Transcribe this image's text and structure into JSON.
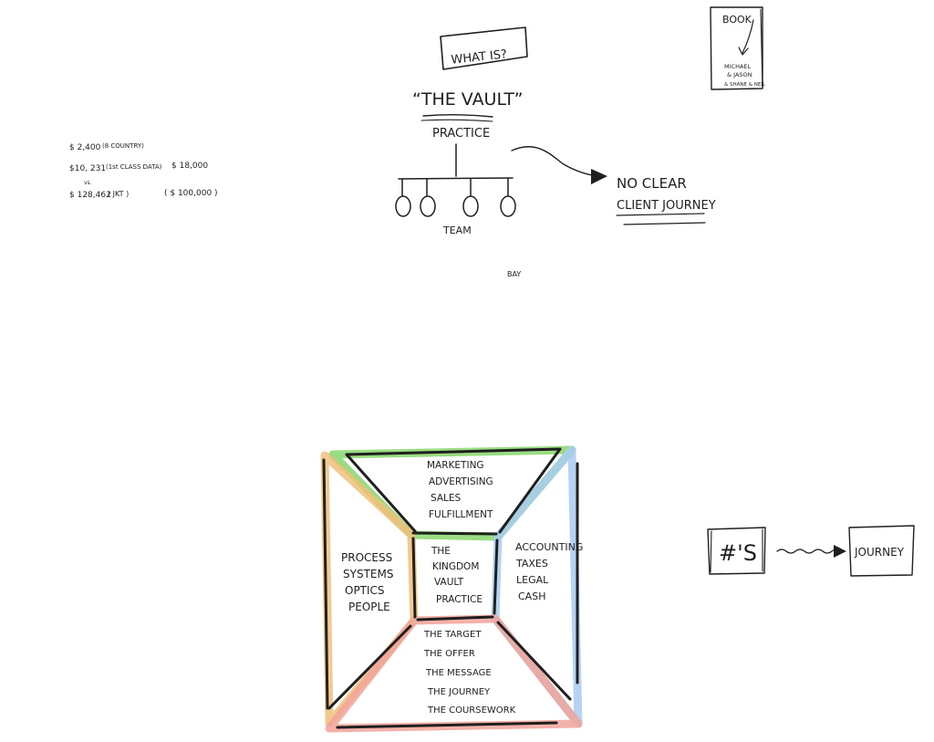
{
  "whiteboard": {
    "what_is_label": "WHAT IS?",
    "vault_title": "“THE VAULT”",
    "practice_label": "PRACTICE",
    "team_label": "TEAM",
    "no_clear_line1": "NO CLEAR",
    "no_clear_line2": "CLIENT JOURNEY",
    "stray_label": "BAY",
    "book": {
      "label": "BOOK",
      "line1": "MICHAEL",
      "line2": "& JASON",
      "line3": "& SHANE & NEIL"
    },
    "numbers": {
      "row1_amount": "$ 2,400",
      "row1_note": "(8 COUNTRY)",
      "row2_amount": "$10, 231",
      "row2_note": "(1st CLASS DATA)",
      "row2_right": "$ 18,000",
      "vs_label": "vs.",
      "row3_amount": "$ 128,462",
      "row3_note": "( JKT )",
      "row3_right": "( $ 100,000 )"
    },
    "hashes": {
      "box_label": "#'S",
      "journey_label": "JOURNEY"
    },
    "square": {
      "top_lines": [
        "MARKETING",
        "ADVERTISING",
        "SALES",
        "FULFILLMENT"
      ],
      "left_lines": [
        "PROCESS",
        "SYSTEMS",
        "OPTICS",
        "PEOPLE"
      ],
      "center_lines": [
        "THE",
        "KINGDOM",
        "VAULT",
        "PRACTICE"
      ],
      "right_lines": [
        "ACCOUNTING",
        "TAXES",
        "LEGAL",
        "CASH"
      ],
      "bottom_lines": [
        "THE TARGET",
        "THE OFFER",
        "THE MESSAGE",
        "THE JOURNEY",
        "THE COURSEWORK"
      ],
      "colors": {
        "top": "#8fd874",
        "left": "#f0c07a",
        "right": "#a8cdf3",
        "bottom": "#f2a39a",
        "top_ink": "#2f6f1f",
        "left_ink": "#7a5a2a",
        "right_ink": "#2c4a6e",
        "bottom_ink": "#6a2a22",
        "center_ink": "#1e1e1e"
      }
    }
  }
}
